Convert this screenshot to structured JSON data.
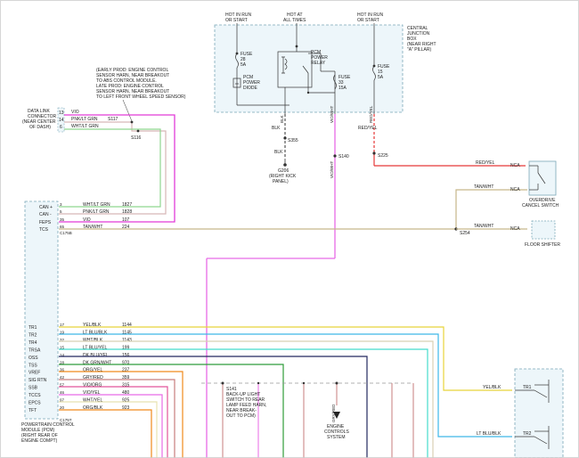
{
  "power_feeds": [
    {
      "line1": "HOT IN RUN",
      "line2": "OR START"
    },
    {
      "line1": "HOT AT",
      "line2": "ALL TIMES"
    },
    {
      "line1": "HOT IN RUN",
      "line2": "OR START"
    }
  ],
  "cjb": {
    "line1": "CENTRAL",
    "line2": "JUNCTION",
    "line3": "BOX",
    "line4": "(NEAR RIGHT",
    "line5": "\"A\" PILLAR)"
  },
  "fuses": [
    {
      "name": "FUSE",
      "number": "28",
      "rating": "5A"
    },
    {
      "name": "FUSE",
      "number": "33",
      "rating": "15A"
    },
    {
      "name": "FUSE",
      "number": "15",
      "rating": "5A"
    }
  ],
  "pcm_diode": {
    "line1": "PCM",
    "line2": "POWER",
    "line3": "DIODE"
  },
  "pcm_relay": {
    "line1": "PCM",
    "line2": "POWER",
    "line3": "RELAY"
  },
  "cjb_wire_labels": [
    "BLK",
    "VIO/WHT",
    "RED/YEL"
  ],
  "cjb_wire_vertical": [
    "BLK",
    "VIO/WHT",
    "RED/YEL"
  ],
  "splices": {
    "s355": "S355",
    "s140": "S140",
    "s225": "S225",
    "s117": "S117",
    "s116": "S116",
    "s141": "S141",
    "s254": "S254"
  },
  "ground": {
    "id": "G206",
    "line1": "(RIGHT KICK",
    "line2": "PANEL)",
    "wire": "BLK"
  },
  "breakout_note": [
    "(EARLY PROD: ENGINE CONTROL",
    "SENSOR HARN, NEAR BREAKOUT",
    "TO ABS CONTROL MODULE.",
    "LATE PROD: ENGINE CONTROL",
    "SENSOR HARN, NEAR BREAKOUT",
    "TO LEFT FRONT WHEEL SPEED SENSOR)"
  ],
  "dlc": {
    "line1": "DATA LINK",
    "line2": "CONNECTOR",
    "line3": "(NEAR CENTER",
    "line4": "OF DASH)",
    "pins": [
      {
        "pin": "13",
        "label": "VIO"
      },
      {
        "pin": "14",
        "label": "PNK/LT GRN"
      },
      {
        "pin": "6",
        "label": "WHT/LT GRN"
      }
    ]
  },
  "pcm_top_pins": [
    {
      "name": "CAN +",
      "pin": "3",
      "color": "WHT/LT GRN",
      "circuit": "1827"
    },
    {
      "name": "CAN -",
      "pin": "5",
      "color": "PNK/LT GRN",
      "circuit": "1828"
    },
    {
      "name": "FEPS",
      "pin": "35",
      "color": "VIO",
      "circuit": "107"
    },
    {
      "name": "TCS",
      "pin": "65",
      "color": "TAN/WHT",
      "circuit": "224"
    }
  ],
  "connector_ids": {
    "top": "C175B",
    "bottom": "C175T"
  },
  "pcm_bottom_pins": [
    {
      "name": "TR1",
      "pin": "17",
      "color": "YEL/BLK",
      "circuit": "1144"
    },
    {
      "name": "TR2",
      "pin": "19",
      "color": "LT BLU/BLK",
      "circuit": "1145"
    },
    {
      "name": "TR4",
      "pin": "32",
      "color": "WHT/BLK",
      "circuit": "1143"
    },
    {
      "name": "TRSA",
      "pin": "15",
      "color": "LT BLU/YEL",
      "circuit": "199"
    },
    {
      "name": "OSS",
      "pin": "14",
      "color": "DK BLU/YEL",
      "circuit": "156"
    },
    {
      "name": "TSS",
      "pin": "28",
      "color": "DK GRN/WHT",
      "circuit": "970"
    },
    {
      "name": "VREF",
      "pin": "36",
      "color": "ORG/YEL",
      "circuit": "237"
    },
    {
      "name": "SIG RTN",
      "pin": "42",
      "color": "GRY/RED",
      "circuit": "359"
    },
    {
      "name": "SSB",
      "pin": "57",
      "color": "VIO/ORG",
      "circuit": "315"
    },
    {
      "name": "TCCS",
      "pin": "46",
      "color": "VIO/YEL",
      "circuit": "480"
    },
    {
      "name": "EPCS",
      "pin": "97",
      "color": "WHT/YEL",
      "circuit": "925"
    },
    {
      "name": "TFT",
      "pin": "20",
      "color": "ORG/BLK",
      "circuit": "923"
    }
  ],
  "pcm_label": {
    "line1": "POWERTRAIN CONTROL",
    "line2": "MODULE (PCM)",
    "line3": "(RIGHT REAR OF",
    "line4": "ENGINE COMPT)"
  },
  "s141_note": [
    "BACK-UP LIGHT",
    "SWITCH TO REAR",
    "LAMP FEED HARN,",
    "NEAR BREAK-",
    "OUT TO PCM)"
  ],
  "engine_controls": {
    "line1": "ENGINE",
    "line2": "CONTROLS",
    "line3": "SYSTEM",
    "wire": "GRY/RED"
  },
  "right_side": {
    "red_yel": "RED/YEL",
    "tan_wht_1": "TAN/WHT",
    "tan_wht_2": "TAN/WHT",
    "nca": "NCA",
    "ods_line1": "OVERDRIVE",
    "ods_line2": "CANCEL SWITCH",
    "fs_label": "FLOOR SHIFTER",
    "yel_blk": "YEL/BLK",
    "lt_blu_blk": "LT BLU/BLK",
    "tr1": "TR1",
    "tr2": "TR2"
  },
  "colors": {
    "vio": "#e23bd8",
    "vio_wht": "#e86ae6",
    "red_yel": "#e53838",
    "tan": "#c6b68a",
    "wht_ltgrn": "#8fd68f",
    "pnk_ltgrn": "#d7b6b6",
    "yel": "#e8d43a",
    "ltblu": "#3db8e8",
    "ltblu_yel": "#45dccc",
    "dkblu": "#23285f",
    "dkgrn": "#2f9c3a",
    "org": "#f08a1c",
    "gry_red": "#c77d7d",
    "vio_org": "#e2559a",
    "wht_yel": "#e8e2b0",
    "box_fill": "#edf6fa",
    "box_line": "#7aa7b7"
  }
}
